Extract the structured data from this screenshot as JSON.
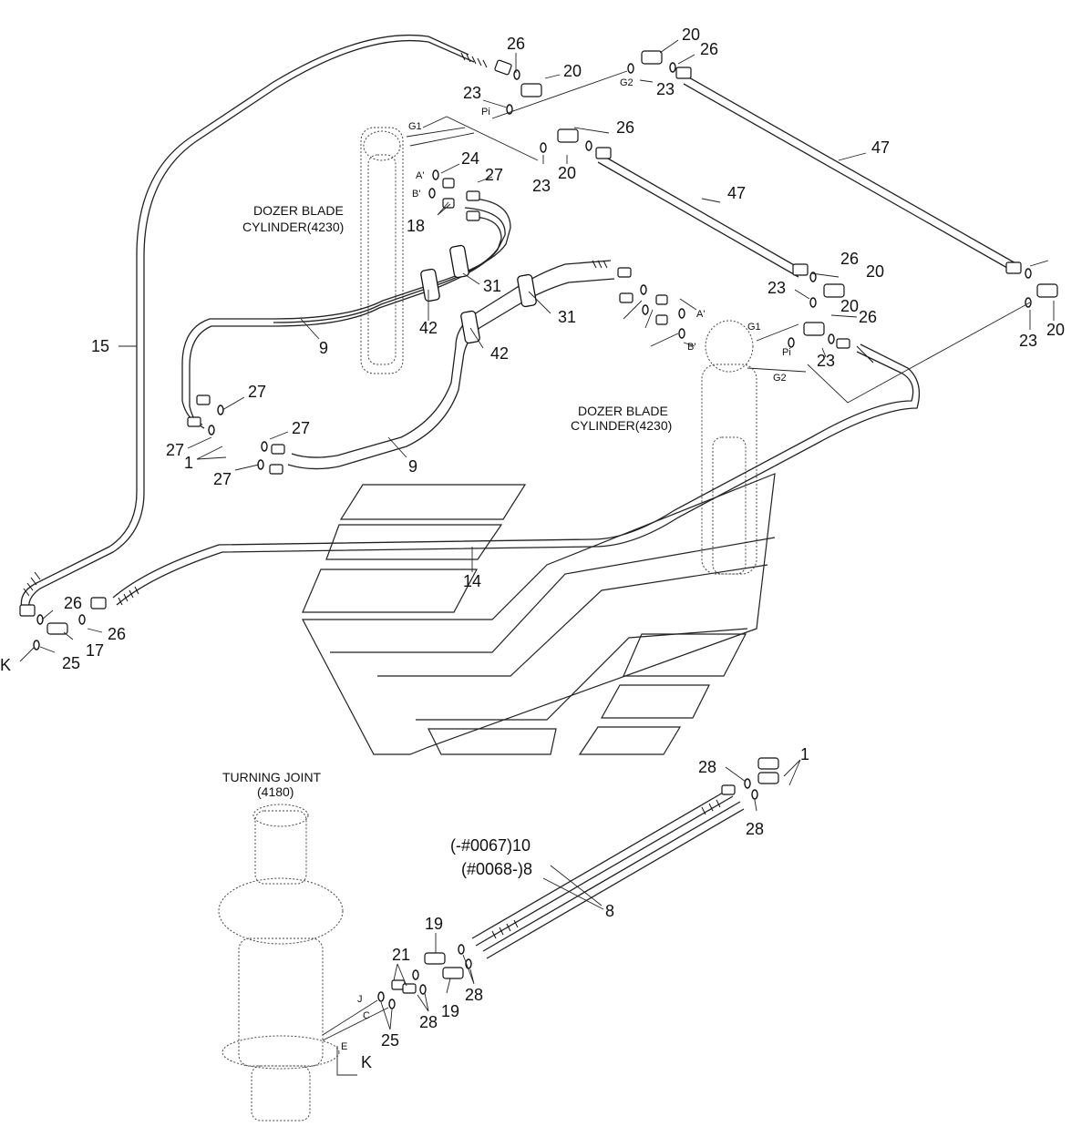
{
  "diagram": {
    "captions": {
      "cyl_left_1": "DOZER BLADE",
      "cyl_left_2": "CYLINDER(4230)",
      "cyl_right_1": "DOZER BLADE",
      "cyl_right_2": "CYLINDER(4230)",
      "turning_1": "TURNING JOINT",
      "turning_2": "(4180)",
      "serial_10": "(-#0067)10",
      "serial_8": "(#0068-)8"
    },
    "part_numbers": [
      "26",
      "20",
      "23",
      "20",
      "26",
      "23",
      "26",
      "20",
      "23",
      "47",
      "47",
      "24",
      "27",
      "18",
      "26",
      "20",
      "23",
      "20",
      "26",
      "23",
      "23",
      "20",
      "31",
      "31",
      "42",
      "42",
      "9",
      "9",
      "27",
      "27",
      "27",
      "1",
      "27",
      "15",
      "14",
      "26",
      "26",
      "17",
      "25",
      "28",
      "1",
      "28",
      "8",
      "19",
      "19",
      "21",
      "28",
      "28",
      "25"
    ],
    "port_letters": [
      "Pi",
      "G1",
      "G2",
      "A'",
      "B'",
      "A'",
      "B'",
      "G1",
      "Pi",
      "G2",
      "J",
      "C",
      "E",
      "K",
      "K"
    ]
  }
}
